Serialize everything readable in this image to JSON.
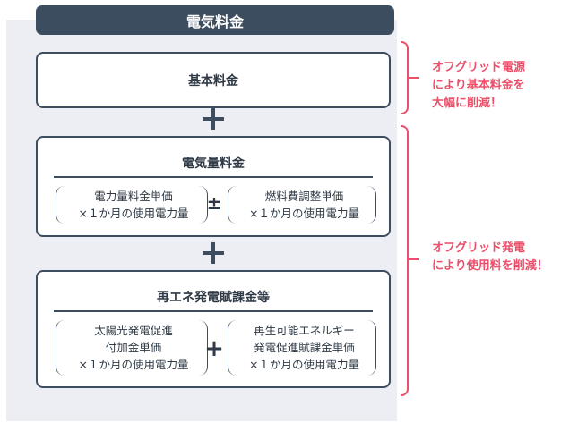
{
  "header": {
    "title": "電気料金"
  },
  "basic_box": {
    "title": "基本料金"
  },
  "energy_box": {
    "title": "電気量料金",
    "term_left": [
      "電力量料金単価",
      "×１か月の使用電力量"
    ],
    "operator": "±",
    "term_right": [
      "燃料費調整単価",
      "×１か月の使用電力量"
    ]
  },
  "renewable_box": {
    "title": "再エネ発電賦課金等",
    "term_left": [
      "太陽光発電促進",
      "付加金単価",
      "×１か月の使用電力量"
    ],
    "operator": "+",
    "term_right": [
      "再生可能エネルギー",
      "発電促進賦課金単価",
      "×１か月の使用電力量"
    ]
  },
  "notes": {
    "basic": [
      "オフグリッド電源",
      "により基本料金を",
      "大幅に削減！"
    ],
    "usage": [
      "オフグリッド発電",
      "により使用料を削減！"
    ]
  },
  "colors": {
    "navy": "#3d4d60",
    "accent": "#ec4f6a",
    "panel": "#eceef3"
  }
}
